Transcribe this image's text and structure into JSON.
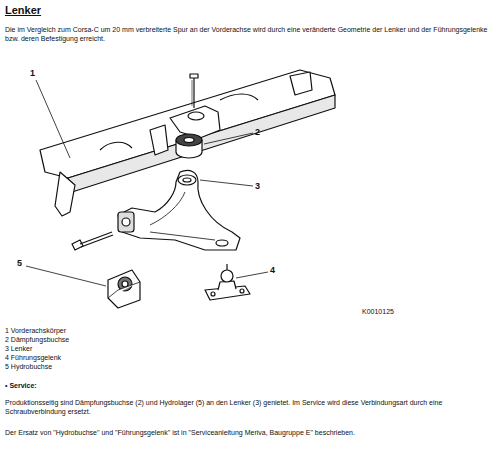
{
  "diagram": {
    "title": "Lenker",
    "labels": [
      "Die im Vergleich zum Corsa-C um 20 mm verbreiterte Spur an der Vorderachse wird durch eine veränderte Geometrie der Lenker und der Führungsgelenke bzw. deren Befestigung erreicht.",
      "1",
      "2",
      "3",
      "4",
      "5",
      "K0010125",
      "1 Vorderachskörper",
      "2 Dämpfungsbuchse",
      "3 Lenker",
      "4 Führungsgelenk",
      "5 Hydrobuchse",
      "• Service:",
      "Produktionsseitig sind Dämpfungsbuchse (2) und Hydrolager (5) an den Lenker (3) genietet. Im Service wird diese Verbindungsart durch eine Schraubverbindung ersetzt.",
      "Der Ersatz von \"Hydrobuchse\" und \"Führungsgelenk\" ist in \"Serviceanleitung Meriva, Baugruppe E\" beschrieben."
    ]
  }
}
